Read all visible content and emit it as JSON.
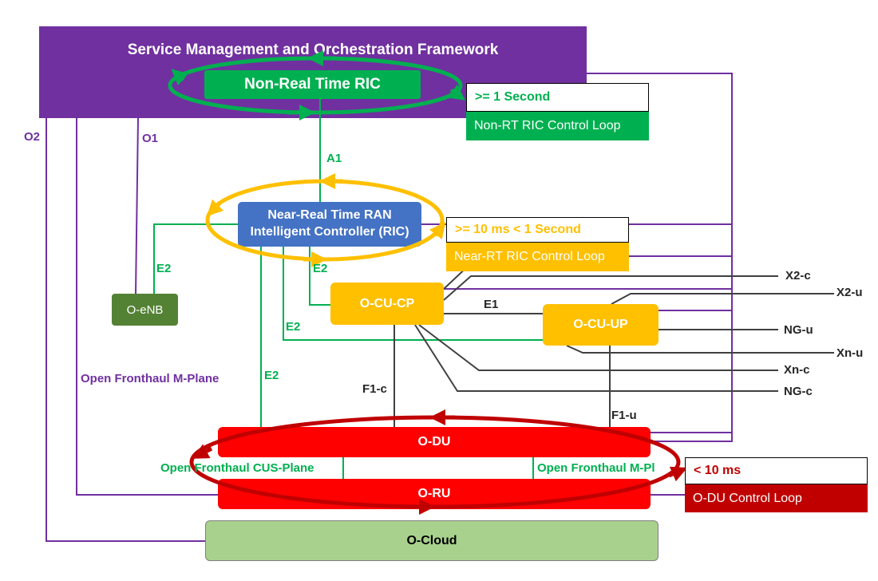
{
  "framework": {
    "title": "Service Management and Orchestration Framework"
  },
  "nodes": {
    "non_rt_ric": "Non-Real Time RIC",
    "near_rt_ric_line1": "Near-Real Time RAN",
    "near_rt_ric_line2": "Intelligent Controller (RIC)",
    "o_enb": "O-eNB",
    "o_cu_cp": "O-CU-CP",
    "o_cu_up": "O-CU-UP",
    "o_du": "O-DU",
    "o_ru": "O-RU",
    "o_cloud": "O-Cloud"
  },
  "control_loops": {
    "non_rt": {
      "timing": ">= 1 Second",
      "name": "Non-RT RIC Control Loop",
      "color": "#00b050"
    },
    "near_rt": {
      "timing": ">= 10 ms < 1 Second",
      "name": "Near-RT RIC Control Loop",
      "color": "#ffc000"
    },
    "o_du": {
      "timing": "< 10 ms",
      "name": "O-DU Control Loop",
      "color": "#c00000"
    }
  },
  "interfaces": {
    "o2": "O2",
    "o1": "O1",
    "a1": "A1",
    "e2_oenb": "E2",
    "e2_cucp": "E2",
    "e2_cuup": "E2",
    "e2_odu": "E2",
    "e1": "E1",
    "f1c": "F1-c",
    "f1u": "F1-u",
    "x2c": "X2-c",
    "x2u": "X2-u",
    "ngu": "NG-u",
    "xnu": "Xn-u",
    "xnc": "Xn-c",
    "ngc": "NG-c",
    "fronthaul_m_plane": "Open Fronthaul M-Plane",
    "fronthaul_cus_plane": "Open Fronthaul CUS-Plane",
    "fronthaul_m_plane_right": "Open Fronthaul M-Pl"
  },
  "colors": {
    "purple": "#7030a0",
    "green": "#00b050",
    "blue": "#4472c4",
    "amber": "#ffc000",
    "red": "#ff0000",
    "dark_red": "#c00000",
    "olive": "#548235",
    "light_green": "#a9d18e"
  }
}
